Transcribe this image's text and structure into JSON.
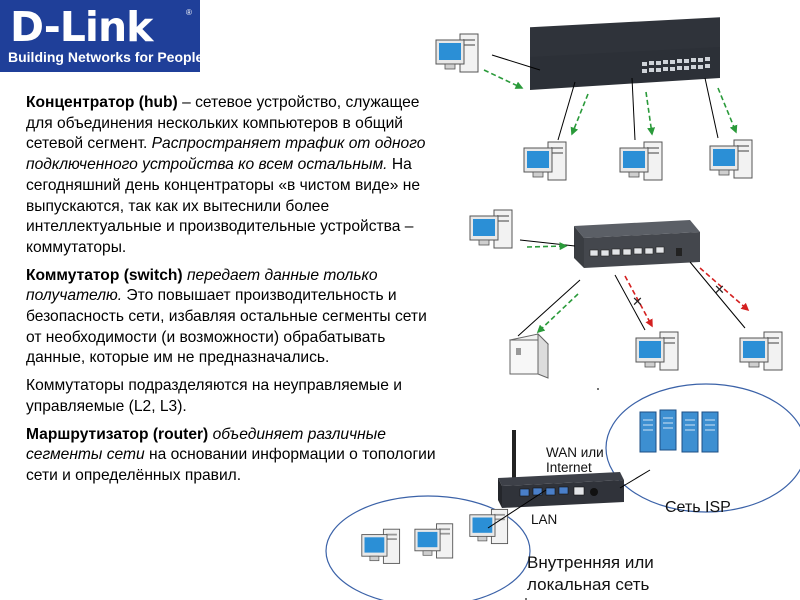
{
  "logo": {
    "name": "D-Link",
    "registered": "®",
    "tagline": "Building Networks for People"
  },
  "text": {
    "hub_term": "Концентратор (hub)",
    "hub_def": " – сетевое устройство, служащее для объединения нескольких компьютеров в общий сетевой сегмент. ",
    "hub_italic": "Распространяет трафик от одного подключенного устройства ко всем остальным.",
    "hub_today": " На сегодняшний день концентраторы «в чистом виде» не выпускаются, так как их вытеснили более интеллектуальные и производительные устройства – коммутаторы.",
    "switch_term": "Коммутатор (switch)",
    "switch_italic": " передает данные только получателю.",
    "switch_rest": " Это повышает производительность и безопасность сети, избавляя остальные сегменты сети от необходимости (и возможности) обрабатывать данные, которые им не предназначались.",
    "switch_types": "Коммутаторы подразделяются на неуправляемые и управляемые (L2, L3).",
    "router_term": "Маршрутизатор (router)",
    "router_italic": " объединяет различные сегменты сети",
    "router_rest": " на основании информации о топологии сети и определённых правил."
  },
  "labels": {
    "wan": "WAN или Internet",
    "lan": "LAN",
    "isp": "Сеть ISP",
    "local_line1": "Внутренняя или",
    "local_line2": "локальная сеть"
  },
  "colors": {
    "logo_bg": "#1f3f99",
    "arrow_green": "#2a9a3a",
    "arrow_red": "#d42020",
    "monitor": "#2b8fd6",
    "cloud_stroke": "#3b62a8"
  }
}
